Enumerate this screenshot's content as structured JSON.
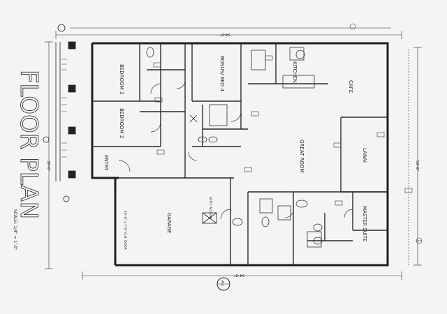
{
  "sheet": {
    "title": "FLOOR PLAN",
    "scale": "SCALE: 1/4\" = 1'-0\"",
    "sheet_number": "A-1",
    "north_arrow": "north-arrow-icon"
  },
  "rooms": {
    "bedroom_3": "BEDROOM 3",
    "bedroom_2": "BEDROOM 2",
    "bedroom_4": "BONUS/ BED 4",
    "kitchen": "KITCHEN",
    "cafe": "CAFE",
    "great_room": "GREAT ROOM",
    "lanai": "LANAI",
    "entry": "ENTRY",
    "garage": "GARAGE",
    "master_suite": "MASTER SUITE"
  },
  "dimensions": {
    "top_overall": "54'-8\"",
    "bottom_overall": "54'-8\"",
    "left_overall": "38'-8\"",
    "right_overall": "58'-8\""
  },
  "notes": {
    "garage_door": "16'-0\" x 7'-0\" O.H. DOOR",
    "attic": "ATTIC ACCESS"
  },
  "colors": {
    "paper": "#f4f4f2",
    "ink": "#1e1e1e"
  }
}
